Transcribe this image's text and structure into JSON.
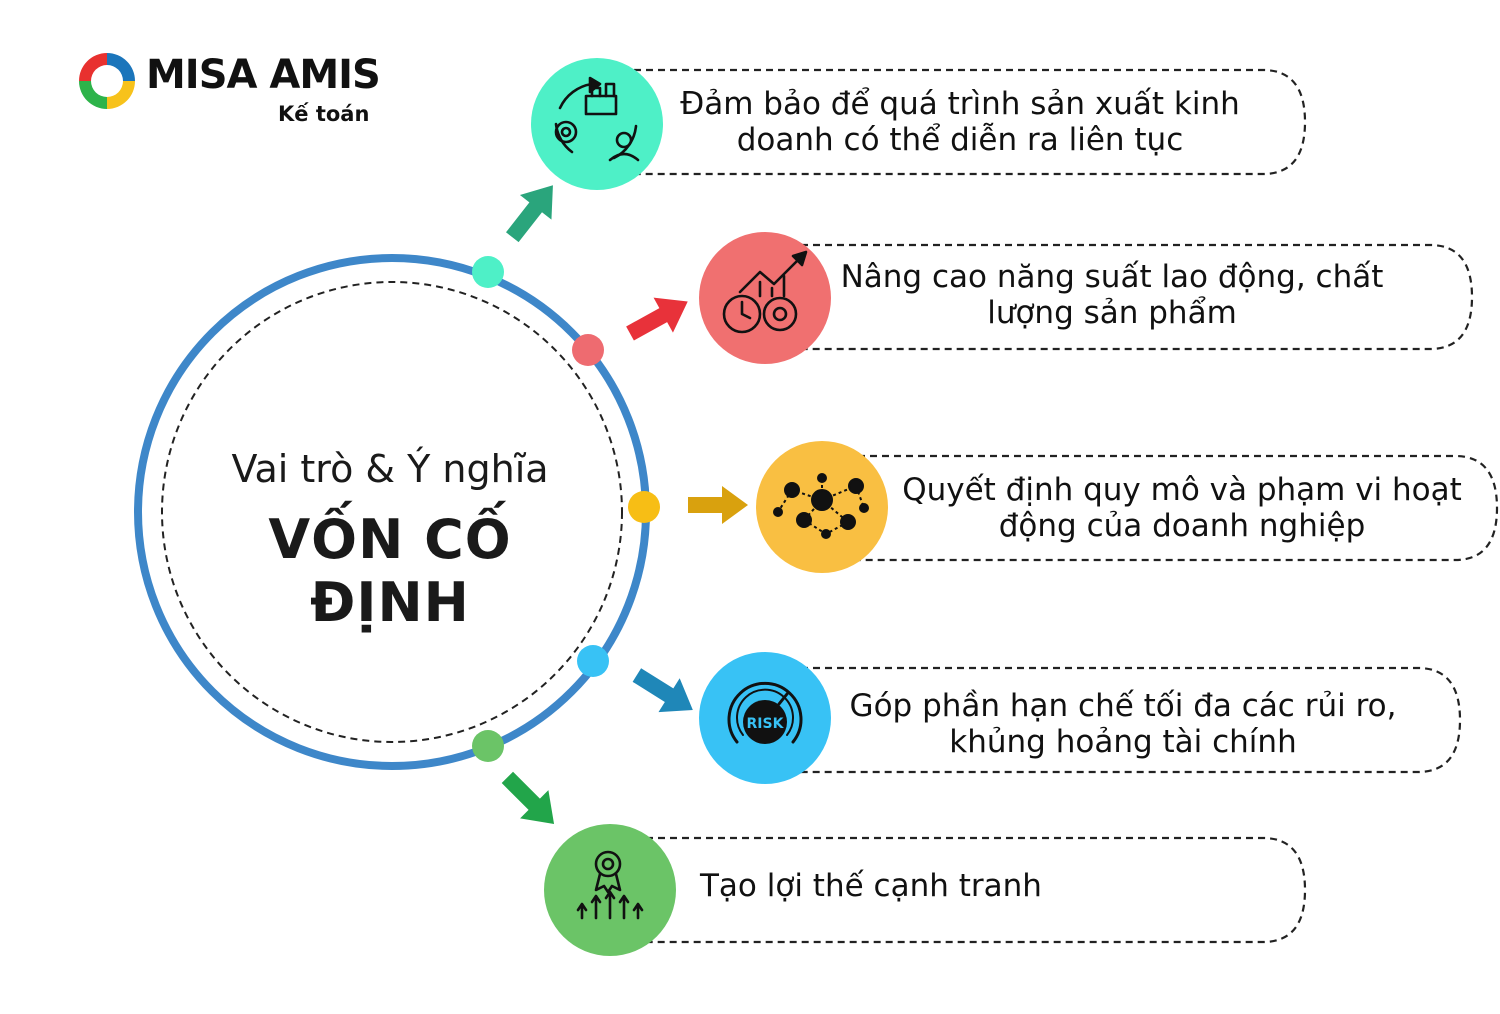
{
  "logo": {
    "brand": "MISA AMIS",
    "subtitle": "Kế toán",
    "colors": {
      "blue": "#1b75bb",
      "red": "#e8312f",
      "yellow": "#f7c21b",
      "green": "#2db34a"
    }
  },
  "center": {
    "subtitle": "Vai trò & Ý nghĩa",
    "title": "VỐN CỐ ĐỊNH",
    "ring_color": "#3e87c9"
  },
  "items": [
    {
      "text": "Đảm bảo để quá trình sản xuất kinh\ndoanh có thể diễn ra liên tục",
      "color": "#4ef0c7",
      "dot_color": "#4ef0c7",
      "arrow_color": "#2aa57c",
      "icon": "production-cycle-icon"
    },
    {
      "text": "Nâng cao năng suất lao động, chất\nlượng sản phẩm",
      "color": "#f07070",
      "dot_color": "#ee6b70",
      "arrow_color": "#e8323a",
      "icon": "productivity-growth-icon"
    },
    {
      "text": "Quyết định quy mô và phạm vi hoạt\nđộng của doanh nghiệp",
      "color": "#f9bf42",
      "dot_color": "#f7be15",
      "arrow_color": "#d9a10e",
      "icon": "network-scale-icon"
    },
    {
      "text": "Góp phần hạn chế tối đa các rủi ro,\nkhủng hoảng tài chính",
      "color": "#38c2f5",
      "dot_color": "#38c2f5",
      "arrow_color": "#1f87b8",
      "icon": "risk-gauge-icon"
    },
    {
      "text": "Tạo lợi thế cạnh tranh",
      "color": "#6bc467",
      "dot_color": "#6bc467",
      "arrow_color": "#22a54a",
      "icon": "competitive-advantage-icon"
    }
  ]
}
